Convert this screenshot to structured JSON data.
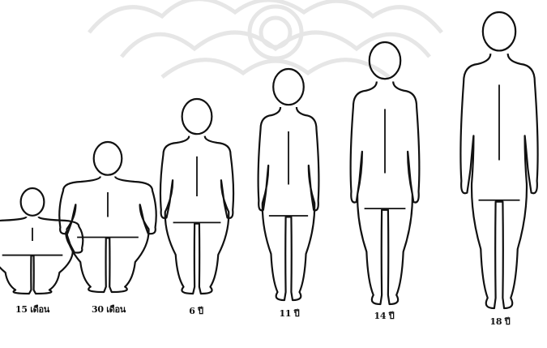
{
  "figures": [
    {
      "id": "15m",
      "label": "15 เดือน"
    },
    {
      "id": "30m",
      "label": "30 เดือน"
    },
    {
      "id": "6y",
      "label": "6 ปี"
    },
    {
      "id": "11y",
      "label": "11 ปี"
    },
    {
      "id": "14y",
      "label": "14 ปี"
    },
    {
      "id": "18y",
      "label": "18 ปี"
    }
  ],
  "colors": {
    "outline": "#111111",
    "watermark": "#c8c8c8"
  }
}
